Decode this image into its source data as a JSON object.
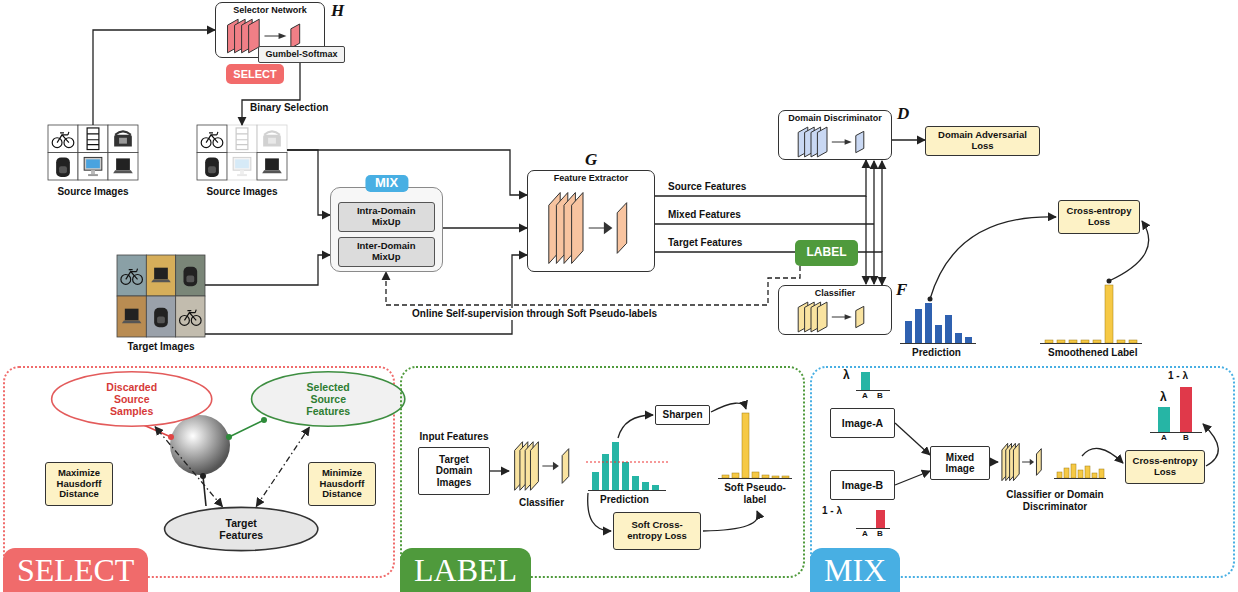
{
  "diagram": {
    "nodes": [
      {
        "text": [
          "Selector Network"
        ]
      },
      {
        "text": [
          "Gumbel-Softmax"
        ]
      },
      {
        "text": [
          "SELECT"
        ]
      },
      {
        "text": [
          "Source Images"
        ]
      },
      {
        "text": [
          "Source Images"
        ]
      },
      {
        "text": [
          "MIX"
        ]
      },
      {
        "text": [
          "Intra-Domain MixUp"
        ],
        "in": 5
      },
      {
        "text": [
          "Inter-Domain MixUp"
        ],
        "in": 5
      },
      {
        "text": [
          "Target Images"
        ]
      },
      {
        "text": [
          "Feature Extractor"
        ]
      },
      {
        "text": [
          "Domain Discriminator"
        ]
      },
      {
        "text": [
          "Domain Adversarial Loss"
        ]
      },
      {
        "text": [
          "Cross-entropy Loss"
        ]
      },
      {
        "text": [
          "LABEL"
        ]
      },
      {
        "text": [
          "Classifier"
        ]
      },
      {
        "text": [
          "SELECT"
        ]
      },
      {
        "text": [
          "Discarded Source Samples"
        ],
        "in": 15
      },
      {
        "text": [
          "Selected Source Features"
        ],
        "in": 15
      },
      {
        "text": [
          "Maximize Hausdorff Distance"
        ],
        "in": 15
      },
      {
        "text": [
          "Minimize Hausdorff Distance"
        ],
        "in": 15
      },
      {
        "text": [
          "Target Features"
        ],
        "in": 15
      },
      {
        "text": [
          "LABEL"
        ]
      },
      {
        "text": [
          "Input Features",
          "Target Domain Images"
        ],
        "in": 21
      },
      {
        "text": [
          "Sharpen"
        ],
        "in": 21
      },
      {
        "text": [
          "Soft Cross-entropy Loss"
        ],
        "in": 21
      },
      {
        "text": [
          "MIX"
        ]
      },
      {
        "text": [
          "Image-A"
        ],
        "in": 25
      },
      {
        "text": [
          "Image-B"
        ],
        "in": 25
      },
      {
        "text": [
          "Mixed Image"
        ],
        "in": 25
      },
      {
        "text": [
          "Cross-entropy Loss"
        ],
        "in": 25
      }
    ],
    "edges": [
      {
        "from": 3,
        "to": 0,
        "arrow": "to"
      },
      {
        "from": 1,
        "to": 4,
        "arrow": "to"
      },
      {
        "from": 4,
        "to": 5,
        "arrow": "to"
      },
      {
        "from": 4,
        "to": 9,
        "arrow": "to"
      },
      {
        "from": 8,
        "to": 5,
        "arrow": "to"
      },
      {
        "from": 8,
        "to": 9,
        "arrow": "to"
      },
      {
        "from": 5,
        "to": 9,
        "arrow": "to"
      },
      {
        "from": 9,
        "to": 10,
        "arrow": "to"
      },
      {
        "from": 9,
        "to": 14,
        "arrow": "to"
      },
      {
        "from": 10,
        "to": 11,
        "arrow": "to"
      },
      {
        "from": 13,
        "to": 5,
        "arrow": "to"
      },
      {
        "from": 20,
        "to": 16,
        "arrow": "both"
      },
      {
        "from": 20,
        "to": 17,
        "arrow": "both"
      },
      {
        "from": 26,
        "to": 28,
        "arrow": "to"
      },
      {
        "from": 27,
        "to": 28,
        "arrow": "to"
      }
    ],
    "labels": [
      "H",
      "Binary Selection",
      "G",
      "Source Features",
      "Mixed Features",
      "Target Features",
      "D",
      "F",
      "Prediction",
      "Smoothened Label",
      "Online Self-supervision through Soft Pseudo-labels",
      "Classifier",
      "Prediction",
      "Soft Pseudo-label",
      "λ",
      "A",
      "B",
      "1 - λ",
      "A",
      "B",
      "Classifier or Domain Discriminator",
      "λ",
      "1 - λ",
      "A",
      "B"
    ]
  }
}
